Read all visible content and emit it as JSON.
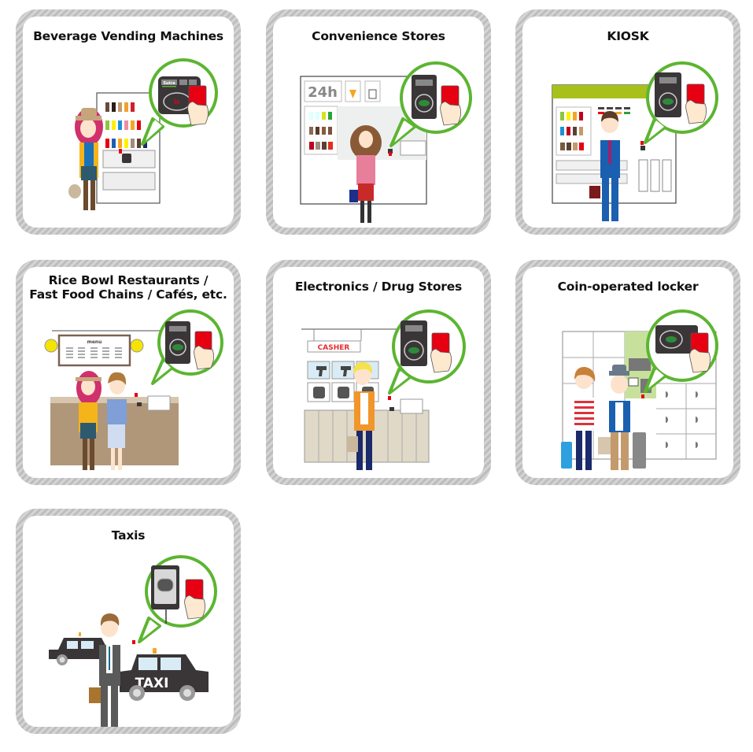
{
  "colors": {
    "bubble_green": "#5cb531",
    "card_red": "#e60012",
    "reader_dark": "#3a3637",
    "frame_gray": "#c8c8c8"
  },
  "cards": [
    {
      "title": "Beverage Vending Machines",
      "reader_label": "Suica",
      "reader_logo": "ic"
    },
    {
      "title": "Convenience Stores",
      "sign_label": "24h"
    },
    {
      "title": "KIOSK"
    },
    {
      "title_line1": "Rice Bowl Restaurants /",
      "title_line2": "Fast Food Chains / Cafés, etc.",
      "sign_label": "menu"
    },
    {
      "title": "Electronics / Drug Stores",
      "sign_label": "CASHER"
    },
    {
      "title": "Coin-operated locker"
    },
    {
      "title": "Taxis",
      "car_label": "TAXI"
    }
  ]
}
